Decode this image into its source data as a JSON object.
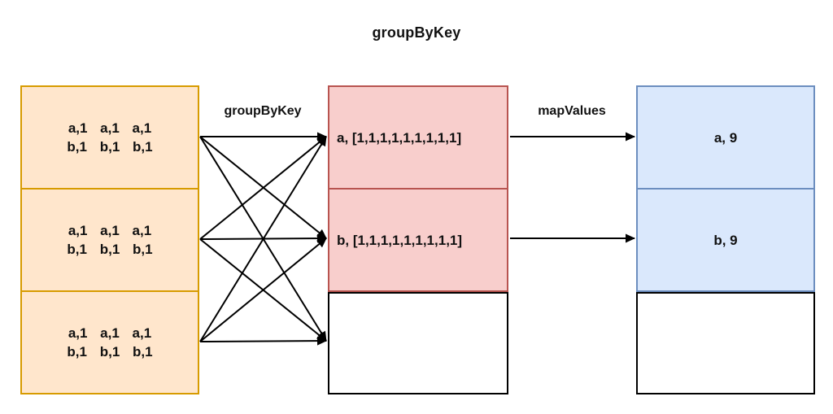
{
  "title": "groupByKey",
  "colors": {
    "input_fill": "#FFE6CC",
    "input_border": "#D79B00",
    "grouped_fill": "#F8CECC",
    "grouped_border": "#B85450",
    "mapped_fill": "#DAE8FC",
    "mapped_border": "#6C8EBF",
    "arrow": "#000000"
  },
  "left_column": {
    "partitions": [
      {
        "line1": "a,1 a,1 a,1",
        "line2": "b,1 b,1 b,1"
      },
      {
        "line1": "a,1 a,1 a,1",
        "line2": "b,1 b,1 b,1"
      },
      {
        "line1": "a,1 a,1 a,1",
        "line2": "b,1 b,1 b,1"
      }
    ]
  },
  "middle_column": {
    "cell_a": "a, [1,1,1,1,1,1,1,1,1]",
    "cell_b": "b, [1,1,1,1,1,1,1,1,1]",
    "empty_cell": ""
  },
  "right_column": {
    "cell_a": "a, 9",
    "cell_b": "b, 9",
    "empty_cell": ""
  },
  "edge_labels": {
    "group_by_key": "groupByKey",
    "map_values": "mapValues"
  },
  "arrows": {
    "group_by_key": [
      [
        246,
        168,
        401,
        168
      ],
      [
        246,
        168,
        401,
        293
      ],
      [
        246,
        168,
        401,
        419
      ],
      [
        246,
        294,
        401,
        168
      ],
      [
        246,
        294,
        401,
        293
      ],
      [
        246,
        294,
        401,
        419
      ],
      [
        246,
        420,
        401,
        168
      ],
      [
        246,
        420,
        401,
        293
      ],
      [
        246,
        420,
        401,
        419
      ]
    ],
    "map_values": [
      [
        627,
        168,
        780,
        168
      ],
      [
        627,
        293,
        780,
        293
      ]
    ]
  }
}
